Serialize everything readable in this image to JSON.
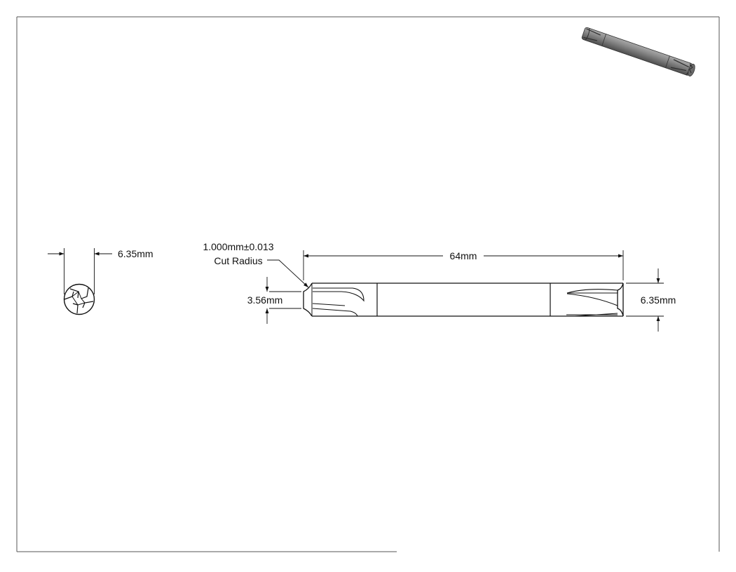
{
  "drawing": {
    "end_view": {
      "diameter_label": "6.35mm"
    },
    "side_view": {
      "length_label": "64mm",
      "cut_radius_value": "1.000mm±0.013",
      "cut_radius_caption": "Cut Radius",
      "tip_diameter_label": "3.56mm",
      "shank_diameter_label": "6.35mm"
    }
  },
  "colors": {
    "line": "#111111",
    "border": "#555555",
    "render_body": "#8a8a8a",
    "render_shade": "#5a5a5a",
    "render_highlight": "#b5b5b5"
  }
}
